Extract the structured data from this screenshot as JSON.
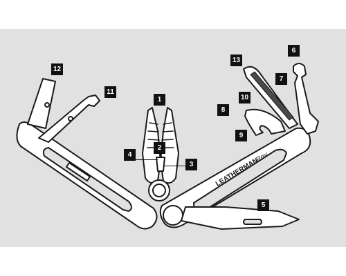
{
  "brand": {
    "logo_text": "LEATHERMAN",
    "model_text": "Rev"
  },
  "callouts": [
    {
      "id": "callout-1",
      "label": "1"
    },
    {
      "id": "callout-2",
      "label": "2"
    },
    {
      "id": "callout-3",
      "label": "3"
    },
    {
      "id": "callout-4",
      "label": "4"
    },
    {
      "id": "callout-5",
      "label": "5"
    },
    {
      "id": "callout-6",
      "label": "6"
    },
    {
      "id": "callout-7",
      "label": "7"
    },
    {
      "id": "callout-8",
      "label": "8"
    },
    {
      "id": "callout-9",
      "label": "9"
    },
    {
      "id": "callout-10",
      "label": "10"
    },
    {
      "id": "callout-11",
      "label": "11"
    },
    {
      "id": "callout-12",
      "label": "12"
    },
    {
      "id": "callout-13",
      "label": "13"
    }
  ],
  "colors": {
    "background": "#e1e1e1",
    "outline": "#1a1a1a",
    "fill": "#ffffff",
    "callout_bg": "#111111",
    "callout_text": "#ffffff"
  }
}
